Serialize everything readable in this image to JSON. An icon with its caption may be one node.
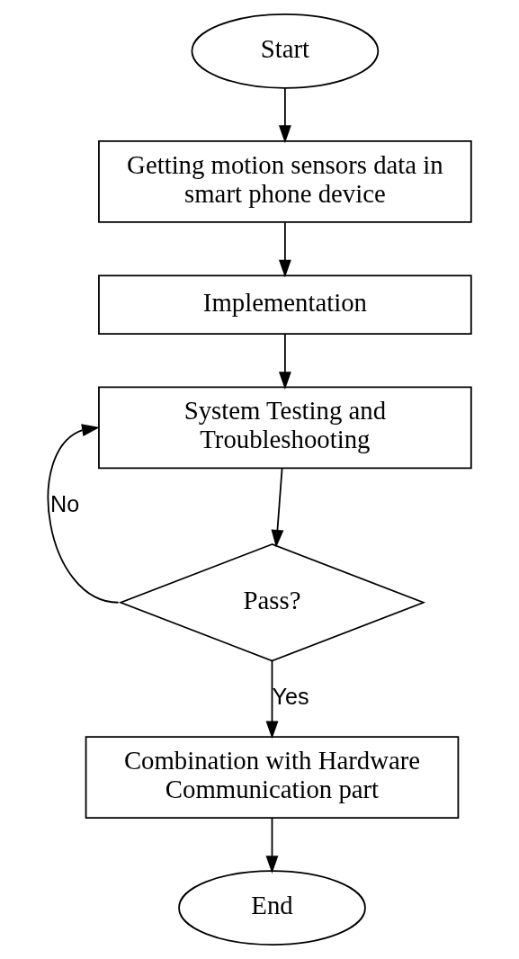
{
  "diagram": {
    "nodes": [
      {
        "text": [
          "Start"
        ]
      },
      {
        "text": [
          "Getting motion sensors data in smart phone device"
        ]
      },
      {
        "text": [
          "Implementation"
        ]
      },
      {
        "text": [
          "System Testing and Troubleshooting"
        ]
      },
      {
        "text": [
          "Pass?"
        ]
      },
      {
        "text": [
          "Combination with Hardware Communication part"
        ]
      },
      {
        "text": [
          "End"
        ]
      }
    ],
    "edges": [
      {
        "from": 0,
        "to": 1,
        "arrow": "to"
      },
      {
        "from": 1,
        "to": 2,
        "arrow": "to"
      },
      {
        "from": 2,
        "to": 3,
        "arrow": "to"
      },
      {
        "from": 3,
        "to": 4,
        "arrow": "to"
      },
      {
        "from": 4,
        "to": 3,
        "arrow": "to",
        "label": "No"
      },
      {
        "from": 4,
        "to": 5,
        "arrow": "to",
        "label": "Yes"
      },
      {
        "from": 5,
        "to": 6,
        "arrow": "to"
      }
    ]
  }
}
